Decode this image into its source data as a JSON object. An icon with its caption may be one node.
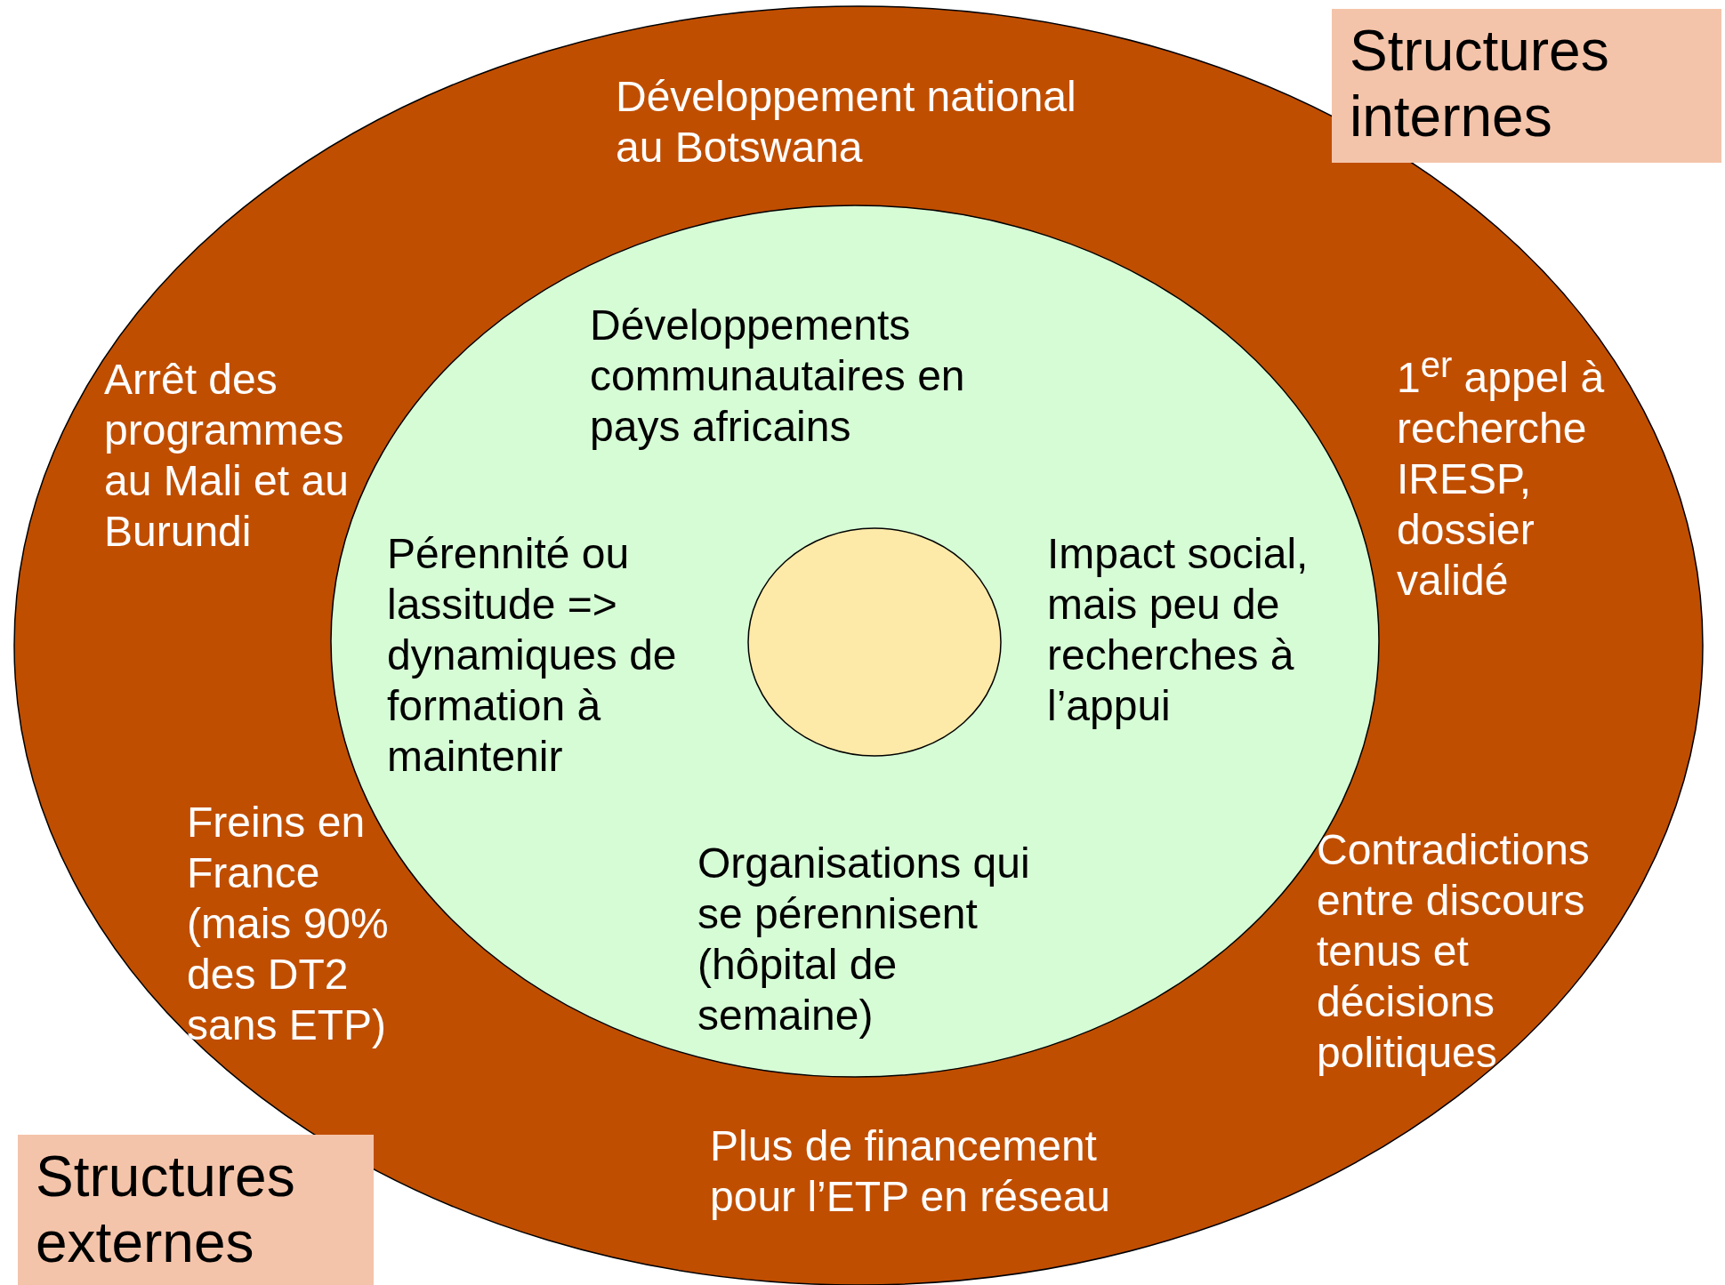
{
  "diagram": {
    "nodes": [
      {
        "text": [
          "Développement national au Botswana",
          "Arrêt des programmes au Mali et au Burundi",
          "1$^{er}$ appel à recherche IRESP, dossier validé",
          "Freins en France (mais 90% des DT2 sans ETP)",
          "Contradictions entre discours tenus et décisions politiques",
          "Plus de financement pour l’ETP en réseau"
        ]
      },
      {
        "text": [
          "Développements communautaires en pays africains",
          "Pérennité ou lassitude => dynamiques de formation à maintenir",
          "Impact social, mais peu de recherches à l’appui",
          "Organisations qui se pérennisent (hôpital de semaine)"
        ],
        "in": 0
      },
      {
        "text": [],
        "shape": "ellipse",
        "in": 1
      },
      {
        "text": [
          "Structures internes"
        ]
      },
      {
        "text": [
          "Structures externes"
        ]
      }
    ]
  }
}
